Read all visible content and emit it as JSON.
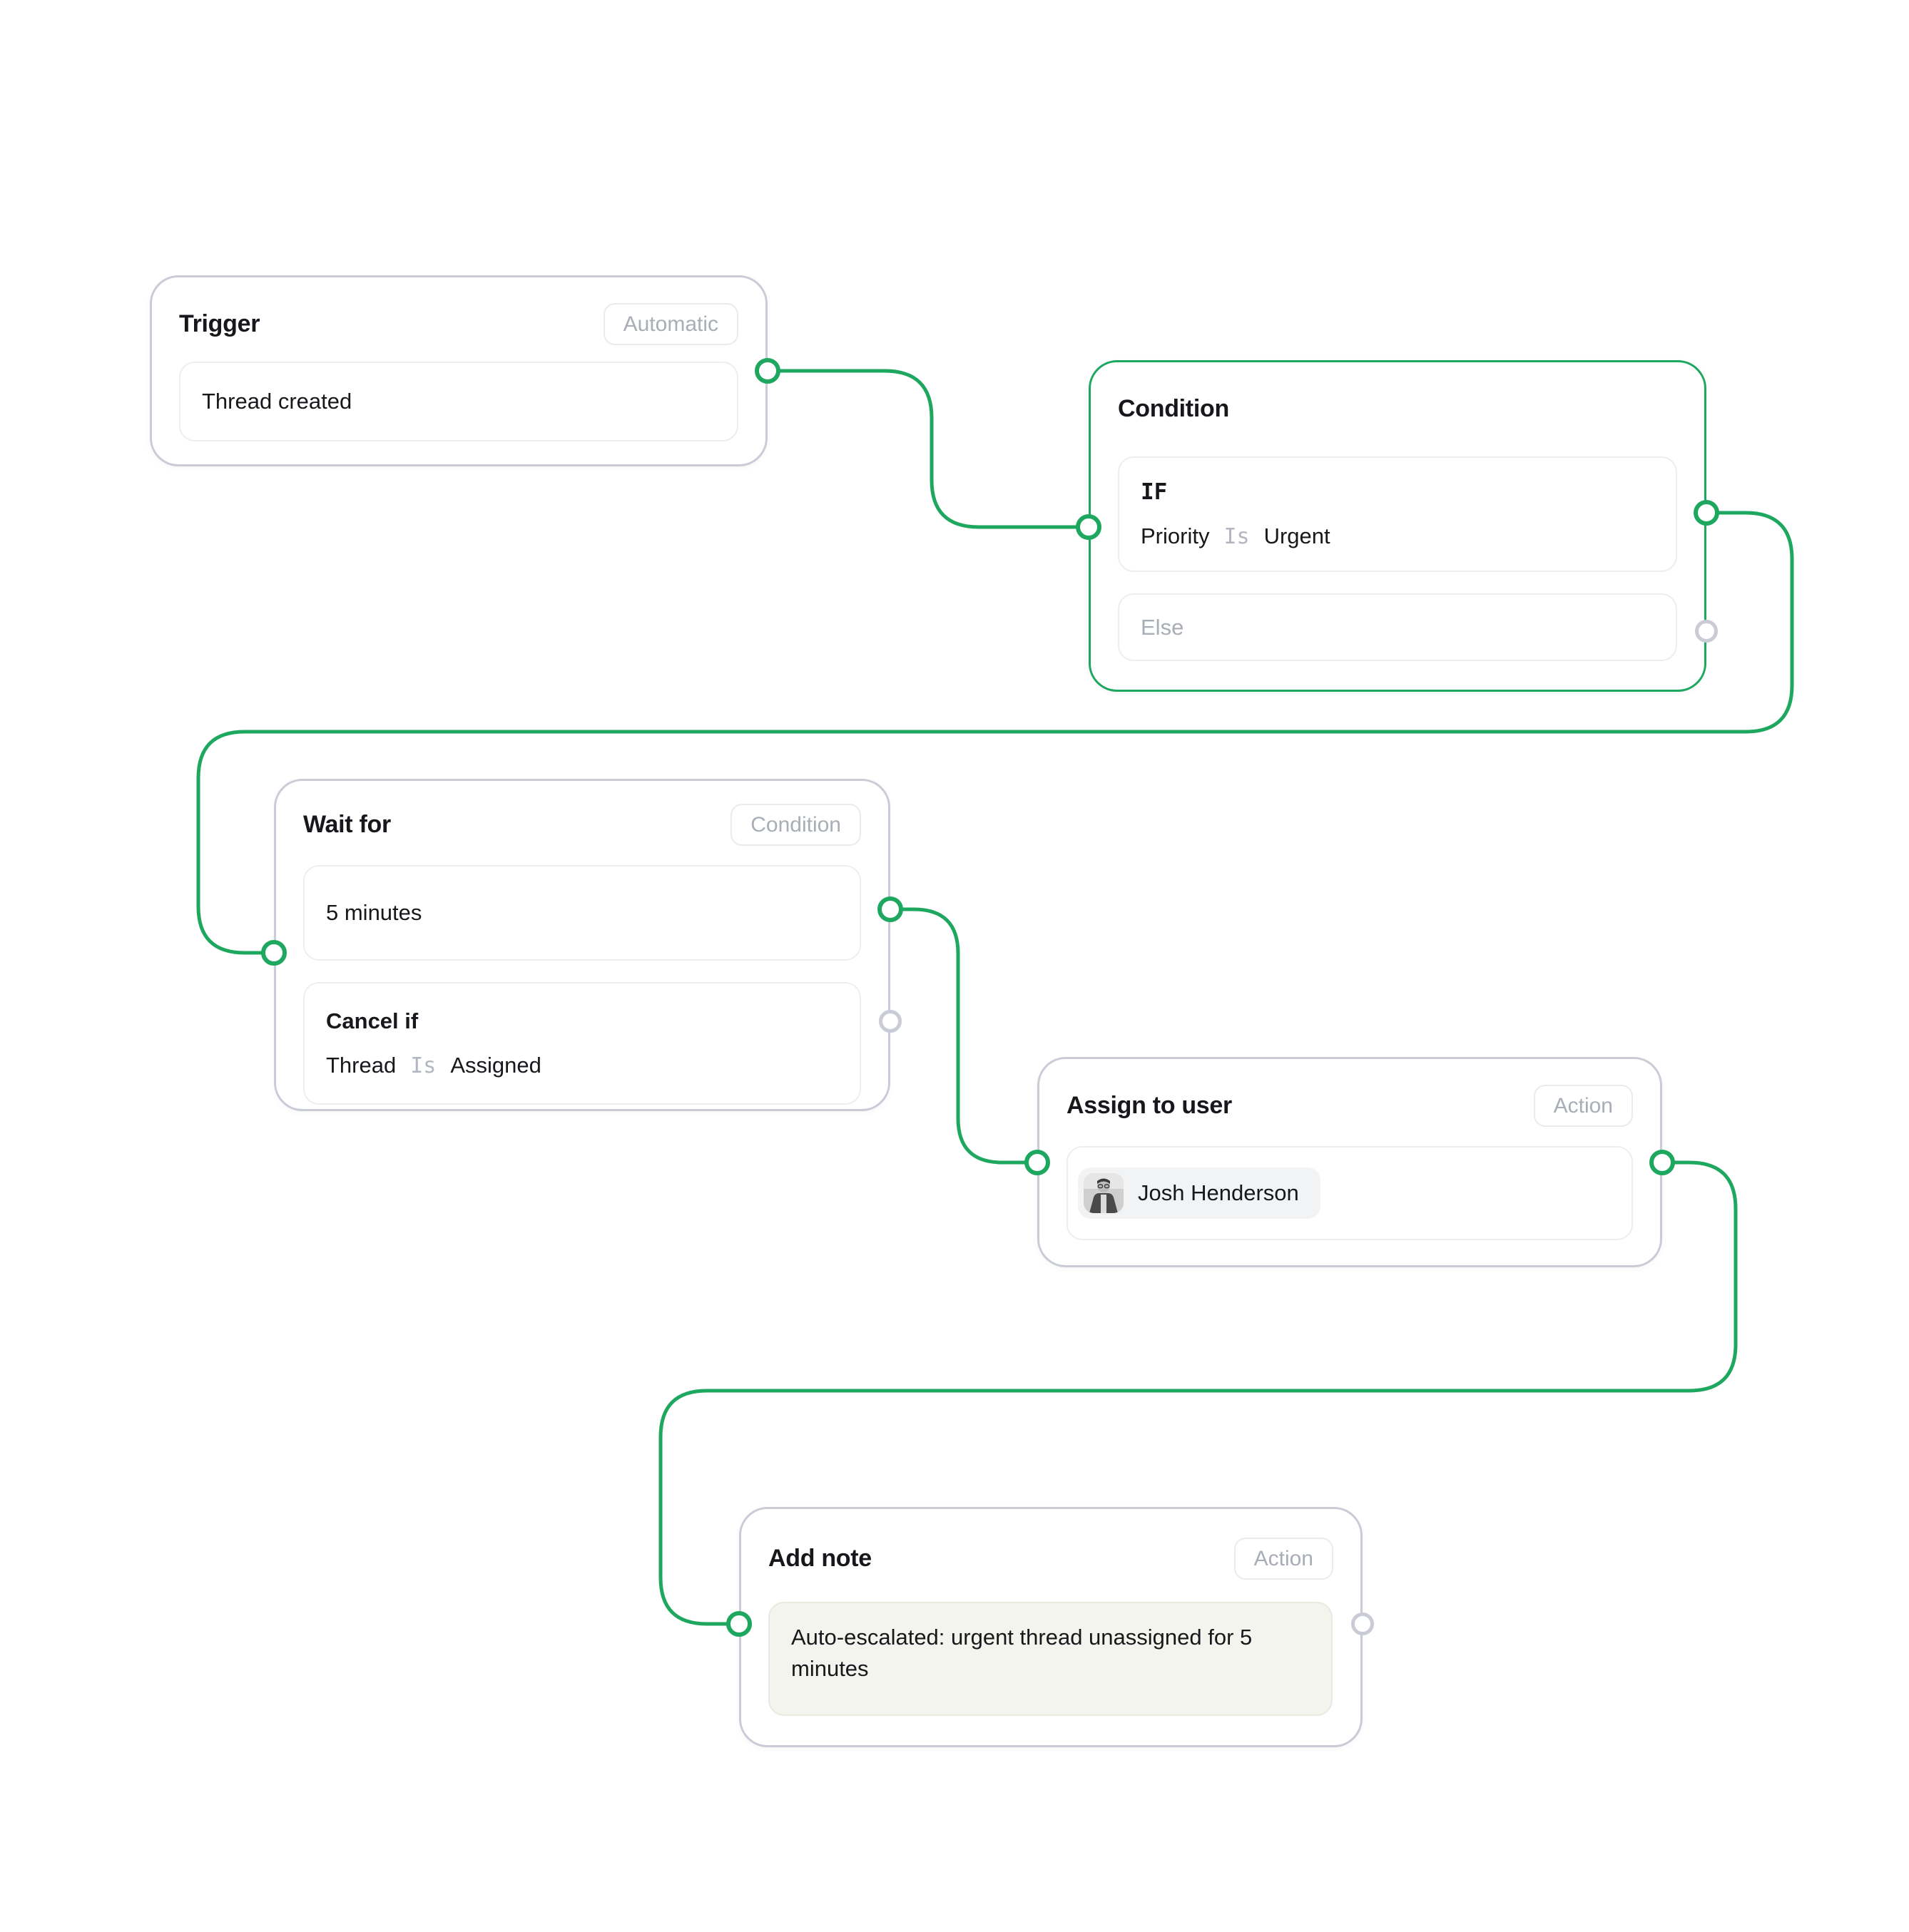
{
  "app": {
    "view": "workflow-automation-canvas"
  },
  "colors": {
    "connector_green": "#1ea75f",
    "card_border": "#c9ccd6",
    "selected_card_border": "#1ea75f",
    "inner_field_border": "#eceef2",
    "badge_text": "#a8adb6",
    "operator_text": "#b2b6bf",
    "body_text": "#17181c",
    "note_background": "#f4f4ee",
    "chip_background": "#f2f3f5"
  },
  "nodes": [
    {
      "key": "trigger",
      "title": "Trigger",
      "badge": "Automatic",
      "event": "Thread created"
    },
    {
      "key": "condition",
      "title": "Condition",
      "rule": {
        "keyword": "IF",
        "subject": "Priority",
        "operator": "Is",
        "value": "Urgent"
      },
      "else_placeholder": "Else"
    },
    {
      "key": "wait",
      "title": "Wait for",
      "badge": "Condition",
      "duration": "5 minutes",
      "cancel_rule": {
        "keyword": "Cancel if",
        "subject": "Thread",
        "operator": "Is",
        "value": "Assigned"
      }
    },
    {
      "key": "assign",
      "title": "Assign to user",
      "badge": "Action",
      "assignee": "Josh Henderson"
    },
    {
      "key": "add_note",
      "title": "Add note",
      "badge": "Action",
      "note": "Auto-escalated: urgent thread unassigned for 5 minutes"
    }
  ]
}
